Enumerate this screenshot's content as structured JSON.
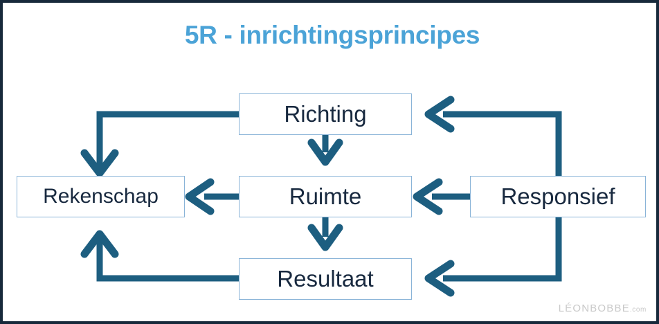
{
  "page": {
    "background_color": "#ffffff",
    "frame_border_color": "#17293b"
  },
  "title": {
    "text": "5R - inrichtingsprincipes",
    "color": "#4ba3d7"
  },
  "diagram": {
    "type": "flow-diagram",
    "node_border_color": "#8ab4d8",
    "node_fill_color": "#ffffff",
    "node_text_color": "#18293f",
    "arrow_color": "#1d5e80",
    "nodes": [
      {
        "id": "richting",
        "label": "Richting"
      },
      {
        "id": "rekenschap",
        "label": "Rekenschap"
      },
      {
        "id": "ruimte",
        "label": "Ruimte"
      },
      {
        "id": "responsief",
        "label": "Responsief"
      },
      {
        "id": "resultaat",
        "label": "Resultaat"
      }
    ],
    "edges": [
      {
        "from": "richting",
        "to": "rekenschap",
        "routing": "left-elbow-down"
      },
      {
        "from": "richting",
        "to": "ruimte",
        "routing": "straight-down"
      },
      {
        "from": "ruimte",
        "to": "rekenschap",
        "routing": "straight-left"
      },
      {
        "from": "ruimte",
        "to": "resultaat",
        "routing": "straight-down"
      },
      {
        "from": "resultaat",
        "to": "rekenschap",
        "routing": "left-elbow-up"
      },
      {
        "from": "responsief",
        "to": "ruimte",
        "routing": "straight-left"
      },
      {
        "from": "responsief",
        "to": "richting",
        "routing": "right-elbow-up"
      },
      {
        "from": "responsief",
        "to": "resultaat",
        "routing": "right-elbow-down"
      }
    ]
  },
  "watermark": {
    "name": "LÉONBOBBE",
    "suffix": ".com",
    "color": "#c9c9c9"
  }
}
